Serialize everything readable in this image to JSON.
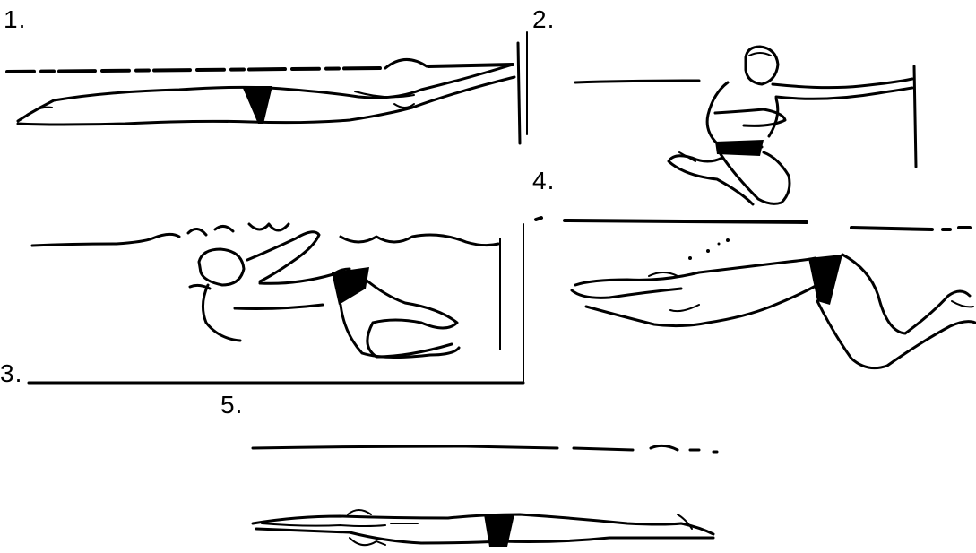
{
  "panels": [
    {
      "label": "1.",
      "figure": "swimmer-glide-at-wall"
    },
    {
      "label": "2.",
      "figure": "swimmer-tuck-turn-at-wall"
    },
    {
      "label": "3.",
      "figure": "swimmer-rotating-underwater"
    },
    {
      "label": "4.",
      "figure": "swimmer-push-off"
    },
    {
      "label": "5.",
      "figure": "swimmer-streamline-glide"
    }
  ],
  "colors": {
    "ink": "#000000",
    "paper": "#ffffff"
  }
}
